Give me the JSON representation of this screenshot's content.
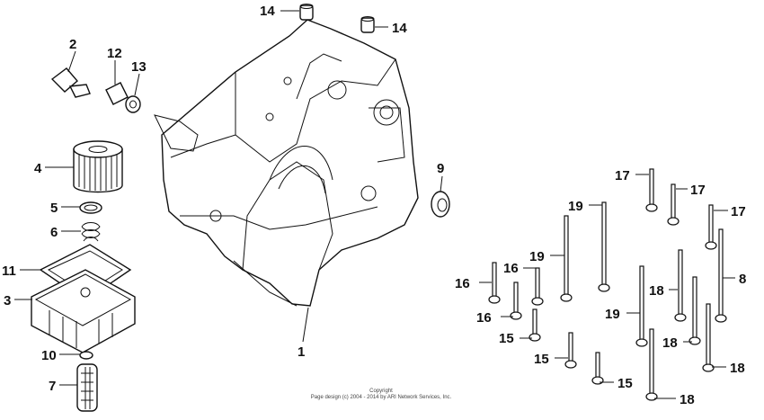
{
  "labels": {
    "l1": "1",
    "l2": "2",
    "l3": "3",
    "l4": "4",
    "l5": "5",
    "l6": "6",
    "l7": "7",
    "l8": "8",
    "l9": "9",
    "l10": "10",
    "l11": "11",
    "l12": "12",
    "l13": "13",
    "l14a": "14",
    "l14b": "14",
    "l15a": "15",
    "l15b": "15",
    "l15c": "15",
    "l16a": "16",
    "l16b": "16",
    "l16c": "16",
    "l17a": "17",
    "l17b": "17",
    "l17c": "17",
    "l18a": "18",
    "l18b": "18",
    "l18c": "18",
    "l18d": "18",
    "l19a": "19",
    "l19b": "19",
    "l19c": "19"
  },
  "copyright": {
    "line1": "Copyright",
    "line2": "Page design (c) 2004 - 2014 by ARI Network Services, Inc."
  }
}
